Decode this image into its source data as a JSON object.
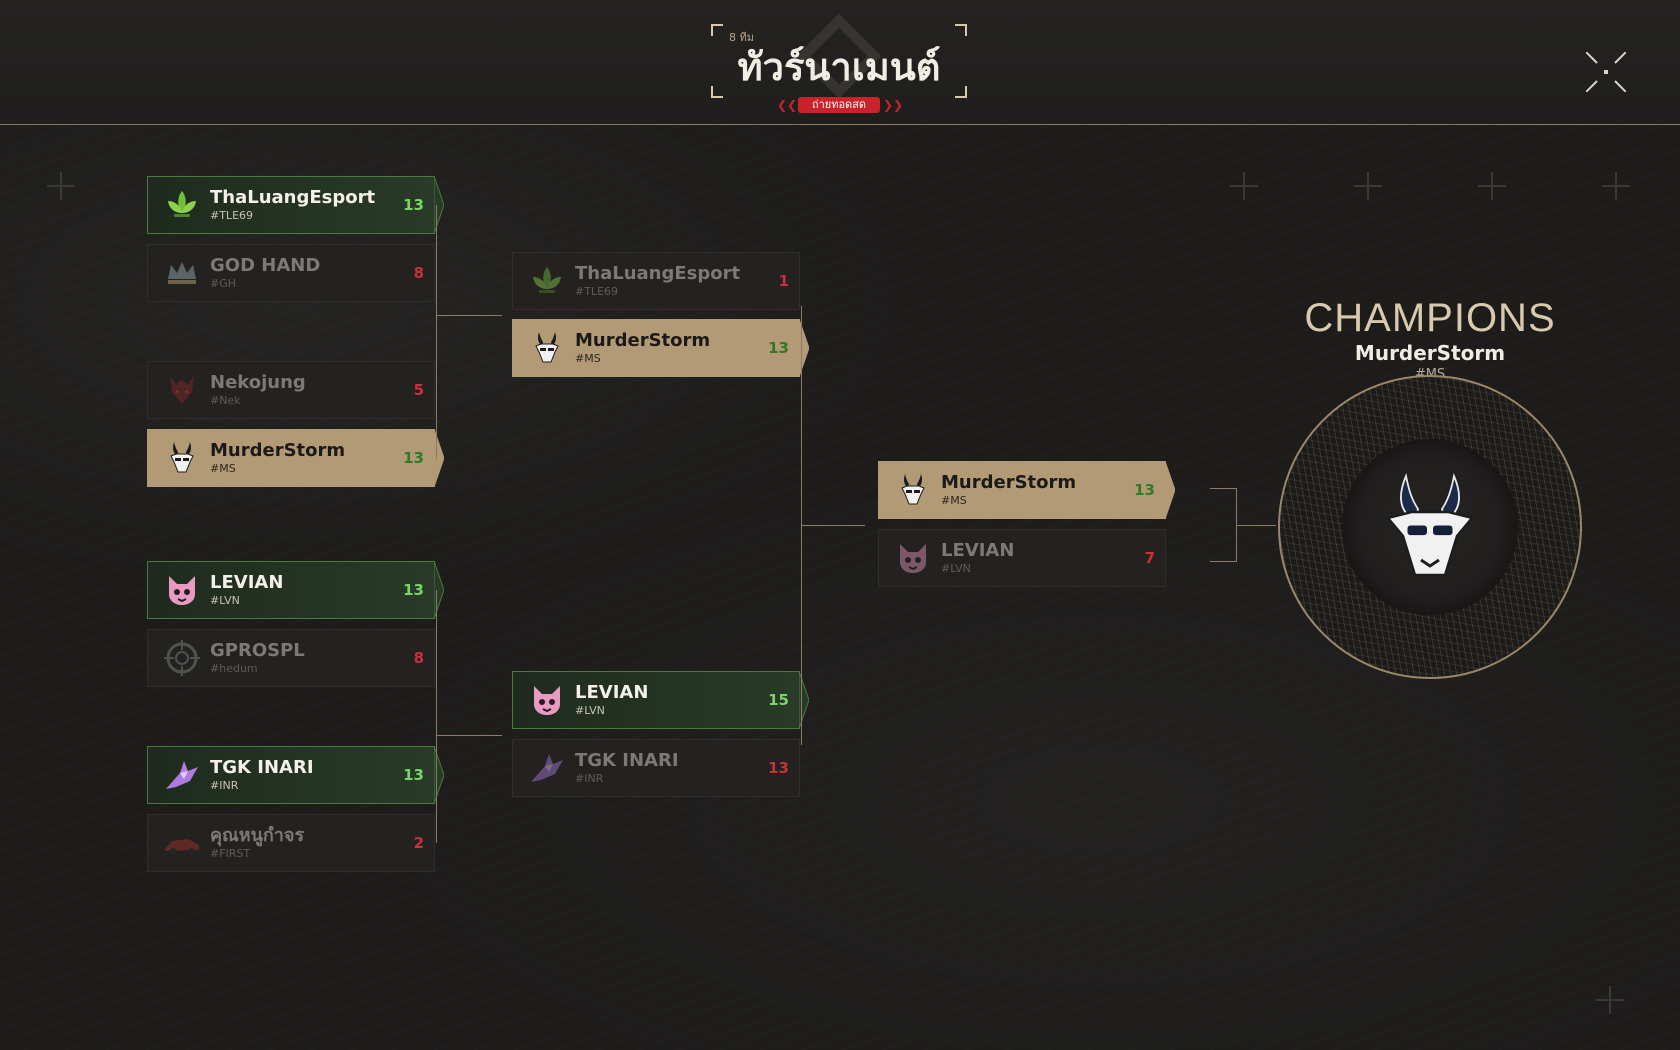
{
  "header": {
    "team_count": "8 ทีม",
    "title": "ทัวร์นาเมนต์",
    "live_badge": "ถ่ายทอดสด",
    "live_arrows_left": "❮❮",
    "live_arrows_right": "❯❯"
  },
  "colors": {
    "accent_gold": "#b39a77",
    "win_green": "#79d46a",
    "loss_red": "#c9323a",
    "connector": "#8c7c62",
    "live_red": "#c9222b"
  },
  "round1": [
    {
      "name": "ThaLuangEsport",
      "tag": "#TLE69",
      "score": "13",
      "result": "win",
      "logo": "leaf-logo-icon"
    },
    {
      "name": "GOD HAND",
      "tag": "#GH",
      "score": "8",
      "result": "loss",
      "logo": "crown-logo-icon"
    },
    {
      "name": "Nekojung",
      "tag": "#Nek",
      "score": "5",
      "result": "loss",
      "logo": "demon-logo-icon"
    },
    {
      "name": "MurderStorm",
      "tag": "#MS",
      "score": "13",
      "result": "win",
      "logo": "goat-logo-icon"
    },
    {
      "name": "LEVIAN",
      "tag": "#LVN",
      "score": "13",
      "result": "win",
      "logo": "cat-logo-icon"
    },
    {
      "name": "GPROSPL",
      "tag": "#hedum",
      "score": "8",
      "result": "loss",
      "logo": "crosshair-logo-icon"
    },
    {
      "name": "TGK INARI",
      "tag": "#INR",
      "score": "13",
      "result": "win",
      "logo": "fox-logo-icon"
    },
    {
      "name": "คุณหนูกำจร",
      "tag": "#FIRST",
      "score": "2",
      "result": "loss",
      "logo": "car-logo-icon"
    }
  ],
  "round2": [
    {
      "name": "ThaLuangEsport",
      "tag": "#TLE69",
      "score": "1",
      "result": "loss",
      "logo": "leaf-logo-icon"
    },
    {
      "name": "MurderStorm",
      "tag": "#MS",
      "score": "13",
      "result": "win",
      "logo": "goat-logo-icon"
    },
    {
      "name": "LEVIAN",
      "tag": "#LVN",
      "score": "15",
      "result": "win",
      "logo": "cat-logo-icon"
    },
    {
      "name": "TGK INARI",
      "tag": "#INR",
      "score": "13",
      "result": "loss",
      "logo": "fox-logo-icon"
    }
  ],
  "final": [
    {
      "name": "MurderStorm",
      "tag": "#MS",
      "score": "13",
      "result": "win",
      "logo": "goat-logo-icon"
    },
    {
      "name": "LEVIAN",
      "tag": "#LVN",
      "score": "7",
      "result": "loss",
      "logo": "cat-logo-icon"
    }
  ],
  "champion": {
    "label": "CHAMPIONS",
    "name": "MurderStorm",
    "tag": "#MS",
    "logo": "goat-logo-icon"
  }
}
